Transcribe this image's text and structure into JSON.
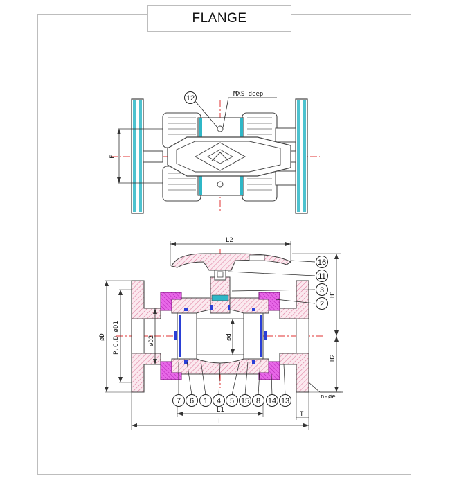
{
  "title": "FLANGE",
  "top_view": {
    "mxs_label": "MXS deep",
    "balloon": "12",
    "dim_f": "F"
  },
  "section_view": {
    "dims": {
      "L2": "L2",
      "H1": "H1",
      "H2": "H2",
      "L1": "L1",
      "L": "L",
      "T": "T",
      "OD": "øD",
      "PCD": "P.C.D øD1",
      "D2": "øD2",
      "d": "ød",
      "bolt": "n-øe"
    },
    "balloons_right": [
      "16",
      "11",
      "3",
      "2"
    ],
    "balloons_bottom": [
      "7",
      "6",
      "1",
      "4",
      "5",
      "15",
      "8",
      "14",
      "13"
    ]
  },
  "colors": {
    "body_outline": "#4a4a4a",
    "cyan_seal": "#2fb7c7",
    "magenta_nut": "#d13bd1",
    "pink_hatch": "#e07fa0",
    "centerline": "#e03030",
    "blue_oring": "#2a3fd6"
  }
}
